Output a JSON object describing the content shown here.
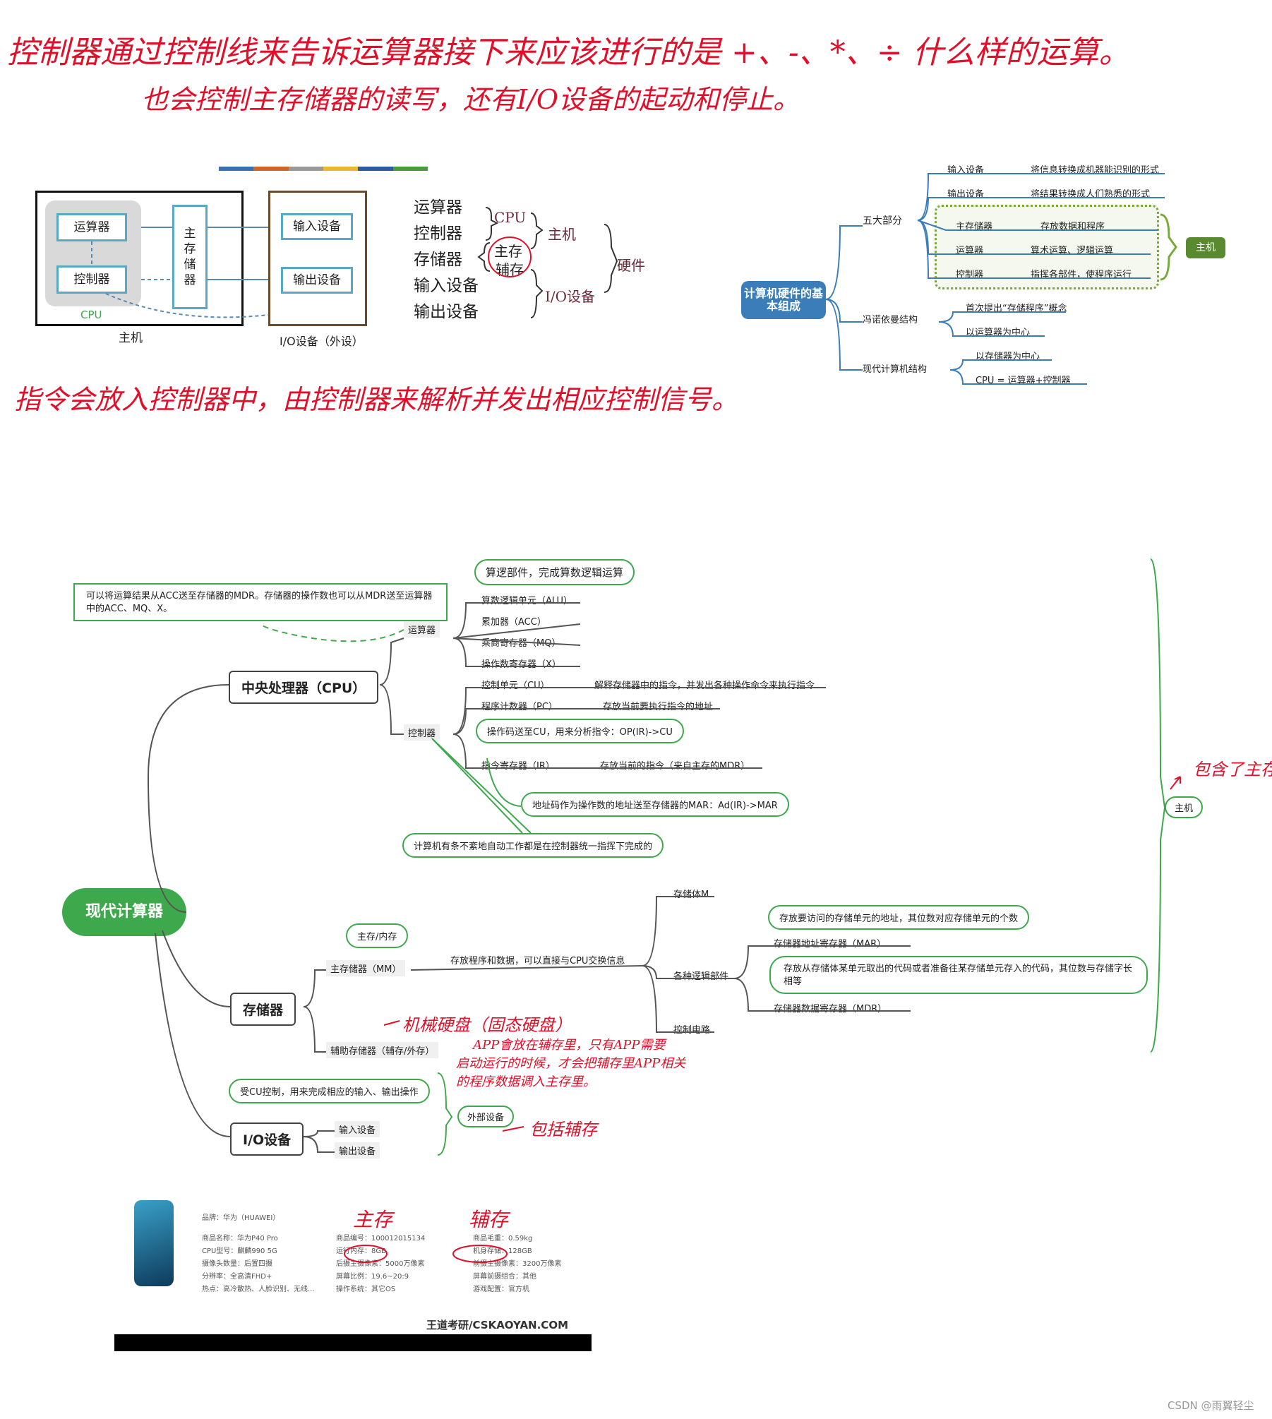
{
  "top_notes": {
    "line1": "控制器通过控制线来告诉运算器接下来应该进行的是 +、-、*、÷ 什么样的运算。",
    "line2": "也会控制主存储器的读写，还有I/O设备的起动和停止。",
    "line3": "指令会放入控制器中，由控制器来解析并发出相应控制信号。"
  },
  "diagram1": {
    "alu": "运算器",
    "cu": "控制器",
    "cpu": "CPU",
    "mem_chars": [
      "主",
      "存",
      "储",
      "器"
    ],
    "input": "输入设备",
    "output": "输出设备",
    "host": "主机",
    "io": "I/O设备（外设）"
  },
  "hw_list": {
    "items": [
      "运算器",
      "控制器",
      "存储器",
      "输入设备",
      "输出设备"
    ],
    "cpu": "CPU",
    "main_mem": "主存",
    "aux_mem": "辅存",
    "host": "主机",
    "io": "I/O设备",
    "hardware": "硬件"
  },
  "mindmap1": {
    "root": "计算机硬件的基本组成",
    "five": "五大部分",
    "rows": [
      {
        "name": "输入设备",
        "desc": "将信息转换成机器能识别的形式"
      },
      {
        "name": "输出设备",
        "desc": "将结果转换成人们熟悉的形式"
      },
      {
        "name": "主存储器",
        "desc": "存放数据和程序"
      },
      {
        "name": "运算器",
        "desc": "算术运算、逻辑运算"
      },
      {
        "name": "控制器",
        "desc": "指挥各部件，使程序运行"
      }
    ],
    "host": "主机",
    "von": "冯诺依曼结构",
    "von_items": [
      "首次提出“存储程序”概念",
      "以运算器为中心"
    ],
    "modern": "现代计算机结构",
    "modern_items": [
      "以存储器为中心",
      "CPU = 运算器+控制器"
    ]
  },
  "mindmap2": {
    "root": "现代计算器",
    "cpu": "中央处理器（CPU）",
    "alu": "运算器",
    "alu_note": "可以将运算结果从ACC送至存储器的MDR。存储器的操作数也可以从MDR送至运算器中的ACC、MQ、X。",
    "alu_callout": "算逻部件，完成算数逻辑运算",
    "alu_items": [
      "算数逻辑单元（ALU）",
      "累加器（ACC）",
      "乘商寄存器（MQ）",
      "操作数寄存器（X）"
    ],
    "cu": "控制器",
    "cu_items": [
      {
        "name": "控制单元（CU）",
        "desc": "解释存储器中的指令，并发出各种操作命令来执行指令"
      },
      {
        "name": "程序计数器（PC）",
        "desc": "存放当前要执行指令的地址"
      },
      {
        "name": "指令寄存器（IR）",
        "desc": "存放当前的指令（来自主存的MDR）"
      }
    ],
    "op_callout": "操作码送至CU，用来分析指令：OP(IR)->CU",
    "ad_callout": "地址码作为操作数的地址送至存储器的MAR：Ad(IR)->MAR",
    "auto_callout": "计算机有条不紊地自动工作都是在控制器统一指挥下完成的",
    "mem": "存储器",
    "mm": "主存储器（MM）",
    "mm_callout": "主存/内存",
    "mm_desc": "存放程序和数据，可以直接与CPU交换信息",
    "mm_parts": [
      "存储体M",
      "各种逻辑部件",
      "控制电路"
    ],
    "mar_callout": "存放要访问的存储单元的地址，其位数对应存储单元的个数",
    "mar": "存储器地址寄存器（MAR）",
    "mdr_callout": "存放从存储体某单元取出的代码或者准备往某存储单元存入的代码，其位数与存储字长相等",
    "mdr": "存储器数据寄存器（MDR）",
    "aux": "辅助存储器（辅存/外存）",
    "io": "I/O设备",
    "io_callout": "受CU控制，用来完成相应的输入、输出操作",
    "io_items": [
      "输入设备",
      "输出设备"
    ],
    "ext": "外部设备",
    "host": "主机",
    "hand_host": "包含了主存",
    "hand_disk": "机械硬盘（固态硬盘）",
    "hand_app1": "APP會放在辅存里，只有APP需要",
    "hand_app2": "启动运行的时候，才会把辅存里APP相关",
    "hand_app3": "的程序数据调入主存里。",
    "hand_ext": "包括辅存"
  },
  "phone": {
    "brand": "品牌：华为（HUAWEI）",
    "col1": [
      "商品名称：华为P40 Pro",
      "CPU型号：麒麟990 5G",
      "摄像头数量：后置四摄",
      "分辨率：全高清FHD+",
      "热点：高冷散热、人脸识别、无线..."
    ],
    "col2": [
      "商品编号：100012015134",
      "运行内存：8GB",
      "后摄主摄像素：5000万像素",
      "屏幕比例：19.6~20:9",
      "操作系统：其它OS"
    ],
    "col3": [
      "商品毛重：0.59kg",
      "机身存储：128GB",
      "前摄主摄像素：3200万像素",
      "屏幕前摄组合：其他",
      "游戏配置：官方机"
    ],
    "hand_main": "主存",
    "hand_aux": "辅存",
    "watermark": "王道考研/CSKAOYAN.COM"
  },
  "footer": "CSDN @雨翼轻尘",
  "colors": {
    "green": "#3ea84c",
    "red": "#e0102a",
    "blue": "#3a7db8",
    "teal": "#5aa9c4",
    "darkgreen": "#5a8a2f"
  }
}
